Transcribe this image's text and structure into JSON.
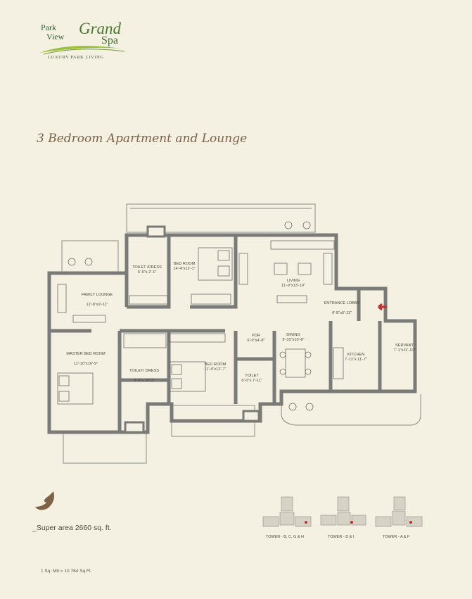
{
  "brand": {
    "line1": "Park",
    "line2": "View",
    "grand": "Grand",
    "spa": "Spa",
    "tagline": "LUXURY PARK LIVING"
  },
  "title": "3 Bedroom Apartment and Lounge",
  "rooms": {
    "toilet_dress_top": {
      "name": "TOILET /DRESS",
      "size": "6'-0\"x 2'-1\""
    },
    "bedroom_top": {
      "name": "BED ROOM",
      "size": "14'-4\"x12'-1\""
    },
    "living": {
      "name": "LIVING",
      "size": "11'-9\"x13'-10\""
    },
    "family_lounge": {
      "name": "FAMILY LOUNGE",
      "size": "12'-8\"x9'-11\""
    },
    "entrance_lobby": {
      "name": "ENTRANCE LOBBY",
      "size": "6'-8\"x5'-11\""
    },
    "dining": {
      "name": "DINING",
      "size": "9'-10\"x10'-8\""
    },
    "pdr": {
      "name": "PDR",
      "size": "6'-0\"x4'-8\""
    },
    "master_bedroom": {
      "name": "MASTER BED ROOM",
      "size": "11'-10\"x16'-9\""
    },
    "toilet_dress_master": {
      "name": "TOILET/ DRESS",
      "size": "8'-9\"x 15'-3\""
    },
    "bedroom_middle": {
      "name": "BED ROOM",
      "size": "11'-4\"x12'-7\""
    },
    "toilet_small": {
      "name": "TOILET",
      "size": "6'-0\"x 7'-11\""
    },
    "kitchen": {
      "name": "KITCHEN",
      "size": "7'-11\"x 11'-7\""
    },
    "servant": {
      "name": "SERVANT",
      "size": "7'-1\"x11'-10\""
    }
  },
  "super_area": "Super area 2660 sq. ft.",
  "conversion_note": "1 Sq. Mtr.= 10.764 Sq.Ft.",
  "towers": [
    {
      "label": "TOWER - B, C, G & H"
    },
    {
      "label": "TOWER - D & I"
    },
    {
      "label": "TOWER - A & F"
    }
  ],
  "colors": {
    "background": "#f4f1e2",
    "wall": "#7a7a78",
    "title": "#7d6247",
    "brand_green": "#4a7a2c",
    "entrance_arrow": "#c0302a"
  }
}
